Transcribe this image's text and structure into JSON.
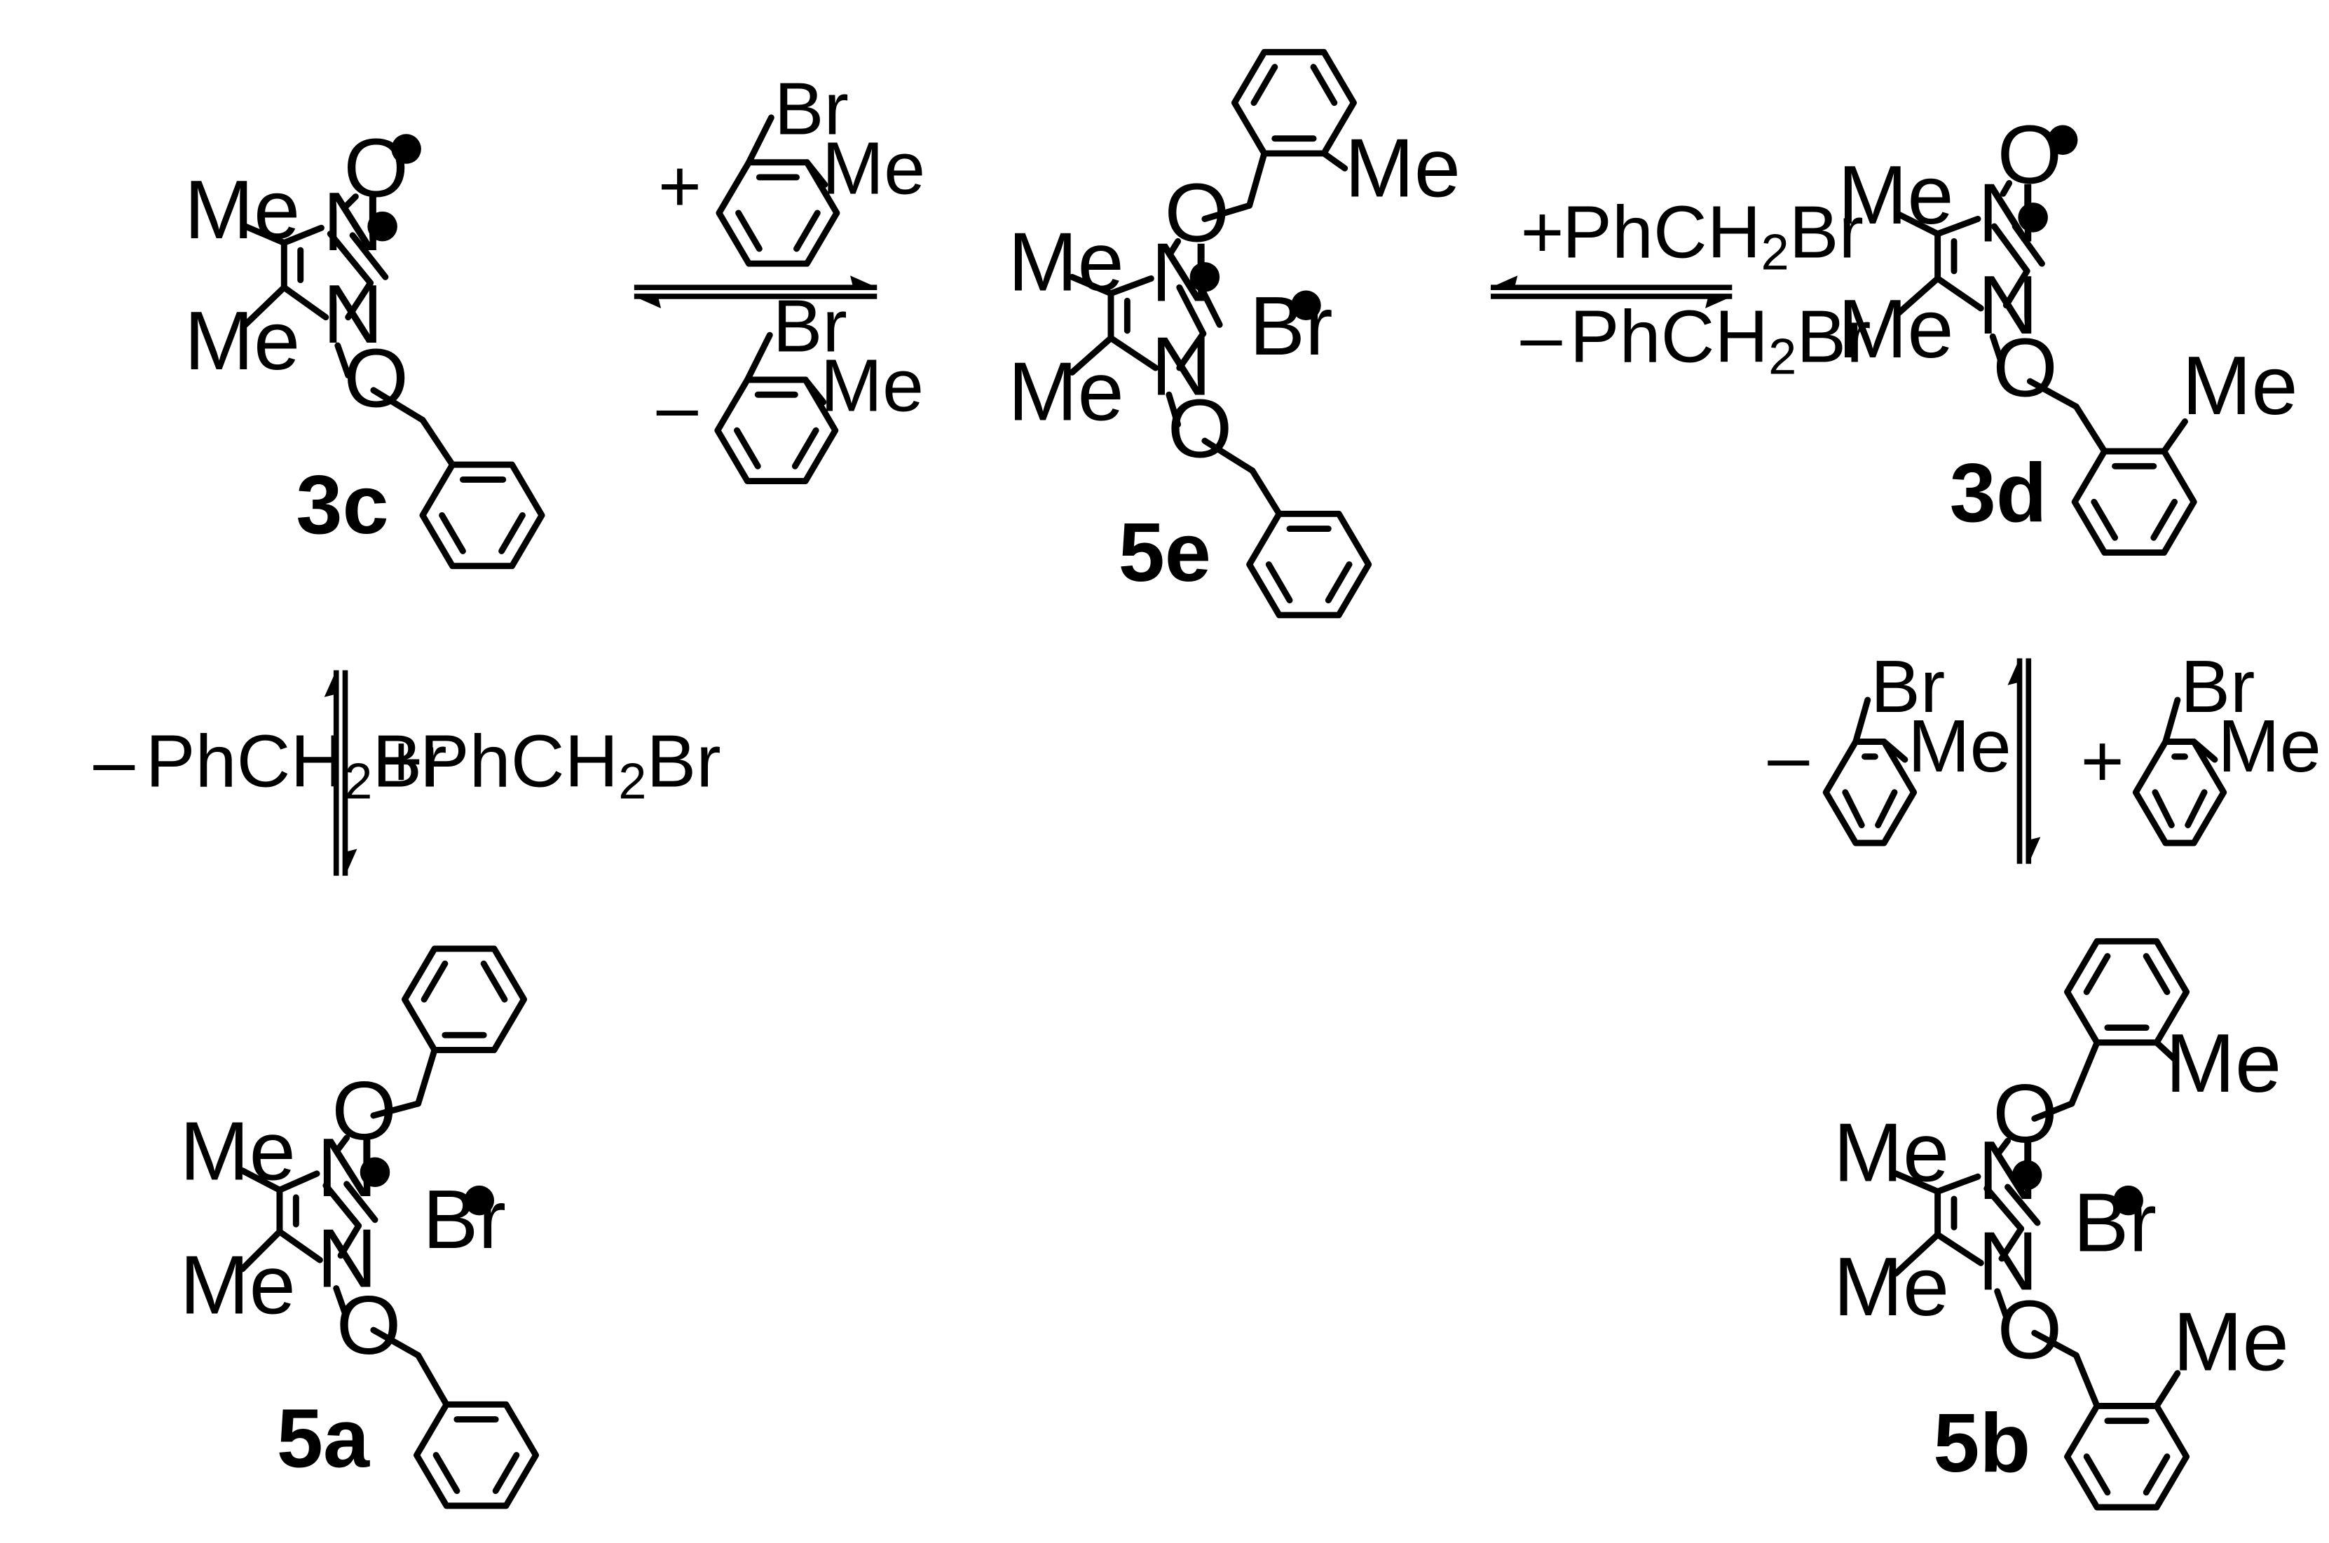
{
  "atoms": {
    "me": "Me",
    "n": "N",
    "o": "O",
    "br": "Br"
  },
  "compounds": {
    "c3c": "3c",
    "c5e": "5e",
    "c3d": "3d",
    "c5a": "5a",
    "c5b": "5b"
  },
  "reagents": {
    "plus": "+",
    "minus": "–",
    "ph_ch": "PhCH",
    "h_sub": "2",
    "br": "Br"
  }
}
